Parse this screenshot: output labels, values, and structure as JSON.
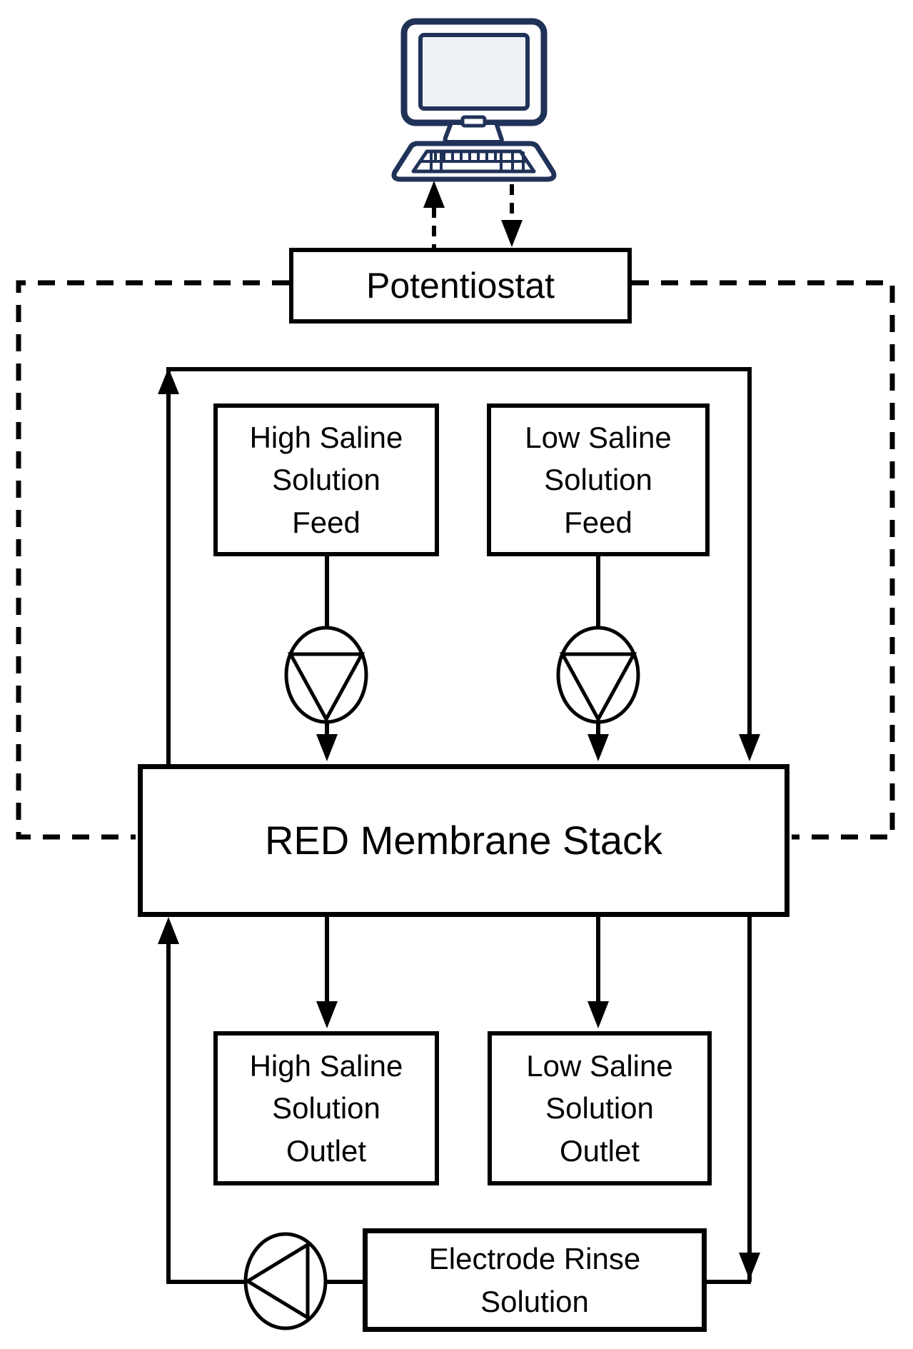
{
  "figure": {
    "type": "process-flow-diagram",
    "nodes": {
      "computer": {
        "icon": "desktop-computer-icon"
      },
      "potentiostat": {
        "label": "Potentiostat"
      },
      "high_saline_feed": {
        "label": "High Saline\nSolution\nFeed"
      },
      "low_saline_feed": {
        "label": "Low Saline\nSolution\nFeed"
      },
      "red_membrane_stack": {
        "label": "RED Membrane Stack"
      },
      "high_saline_outlet": {
        "label": "High Saline\nSolution\nOutlet"
      },
      "low_saline_outlet": {
        "label": "Low Saline\nSolution\nOutlet"
      },
      "electrode_rinse_solution": {
        "label": "Electrode Rinse\nSolution"
      }
    },
    "icons": {
      "computer": "desktop-computer",
      "feed_pumps": "centrifugal-pump-triangle-down",
      "rinse_pump": "centrifugal-pump-triangle-left"
    },
    "edges": [
      {
        "from": "computer",
        "to": "potentiostat",
        "style": "dashed",
        "bidirectional": true
      },
      {
        "from": "potentiostat",
        "to": "red_membrane_stack",
        "style": "dashed",
        "side": "left"
      },
      {
        "from": "potentiostat",
        "to": "red_membrane_stack",
        "style": "dashed",
        "side": "right"
      },
      {
        "from": "high_saline_feed",
        "to": "red_membrane_stack",
        "style": "solid",
        "via": "pump"
      },
      {
        "from": "low_saline_feed",
        "to": "red_membrane_stack",
        "style": "solid",
        "via": "pump"
      },
      {
        "from": "red_membrane_stack",
        "to": "high_saline_outlet",
        "style": "solid"
      },
      {
        "from": "red_membrane_stack",
        "to": "low_saline_outlet",
        "style": "solid"
      },
      {
        "from": "red_membrane_stack",
        "to": "red_membrane_stack",
        "style": "solid",
        "note": "electrode rinse top loop"
      },
      {
        "from": "red_membrane_stack",
        "to": "electrode_rinse_solution",
        "style": "solid"
      },
      {
        "from": "electrode_rinse_solution",
        "to": "red_membrane_stack",
        "style": "solid",
        "via": "pump"
      }
    ],
    "colors": {
      "line": "#000000",
      "computer_icon": "#203258",
      "screen_fill": "#eef1f6",
      "background": "#ffffff"
    }
  }
}
